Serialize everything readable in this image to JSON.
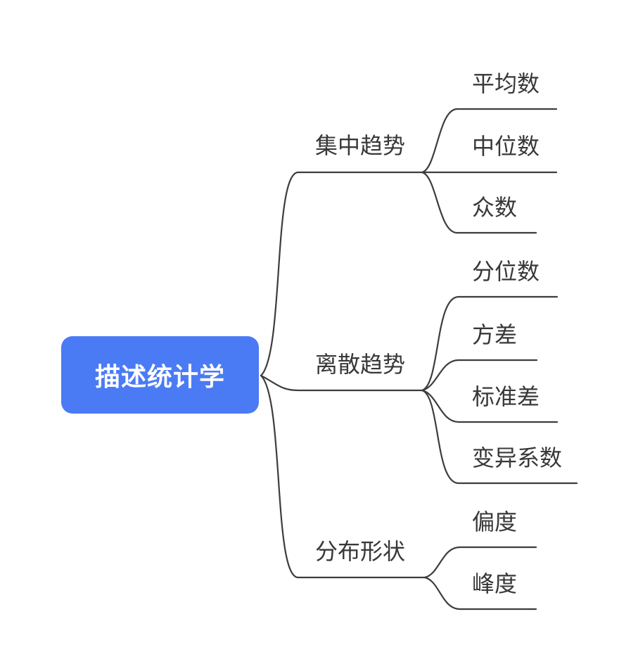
{
  "colors": {
    "root_fill": "#4A7BF5",
    "root_text": "#FFFFFF",
    "line": "#3D3D3D",
    "text": "#383838",
    "background": "#FFFFFF"
  },
  "mindmap": {
    "root": {
      "label": "描述统计学"
    },
    "branches": [
      {
        "label": "集中趋势",
        "children": [
          {
            "label": "平均数"
          },
          {
            "label": "中位数"
          },
          {
            "label": "众数"
          }
        ]
      },
      {
        "label": "离散趋势",
        "children": [
          {
            "label": "分位数"
          },
          {
            "label": "方差"
          },
          {
            "label": "标准差"
          },
          {
            "label": "变异系数"
          }
        ]
      },
      {
        "label": "分布形状",
        "children": [
          {
            "label": "偏度"
          },
          {
            "label": "峰度"
          }
        ]
      }
    ]
  }
}
